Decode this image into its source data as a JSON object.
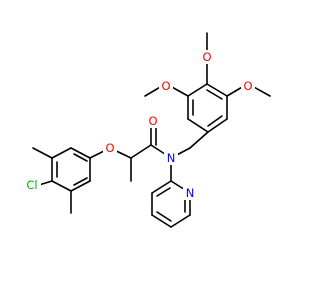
{
  "diagram": {
    "type": "chemical-structure",
    "atom_labels": {
      "o_ether": "O",
      "o_carbonyl": "O",
      "n_amide": "N",
      "n_pyridine": "N",
      "cl": "Cl",
      "o_meo_left": "O",
      "o_meo_top": "O",
      "o_meo_right": "O"
    },
    "colors": {
      "bond": "#000000",
      "oxygen": "#ff0000",
      "nitrogen": "#0000ff",
      "chlorine": "#00b300"
    }
  }
}
